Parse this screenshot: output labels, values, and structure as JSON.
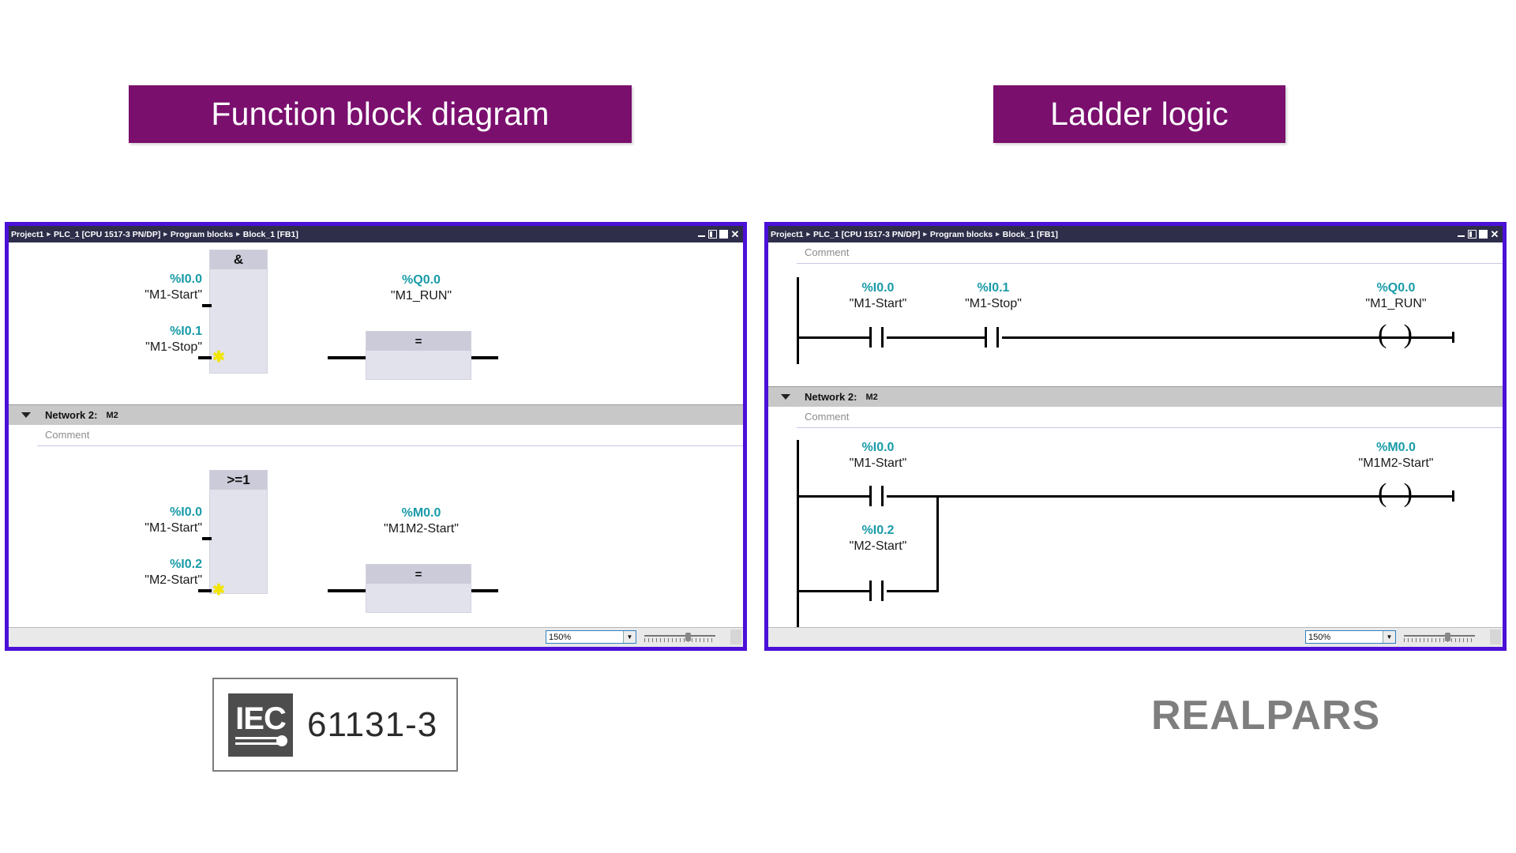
{
  "banners": {
    "fbd": "Function block diagram",
    "ladder": "Ladder logic",
    "color": "#7A0F6E"
  },
  "breadcrumb": {
    "items": [
      "Project1",
      "PLC_1 [CPU 1517-3 PN/DP]",
      "Program blocks",
      "Block_1 [FB1]"
    ],
    "separator": "▸"
  },
  "window_controls": {
    "minimize": "minimize-icon",
    "restore": "restore-icon",
    "maximize": "maximize-icon",
    "close": "✕"
  },
  "accent_color": "#4B10D8",
  "address_color": "#199BA8",
  "fbd": {
    "network1": {
      "block": {
        "operator": "&",
        "type": "AND"
      },
      "inputs": [
        {
          "address": "%I0.0",
          "symbol": "\"M1-Start\""
        },
        {
          "address": "%I0.1",
          "symbol": "\"M1-Stop\"",
          "marker": "error-star-icon"
        }
      ],
      "assign": {
        "operator": "="
      },
      "output": {
        "address": "%Q0.0",
        "symbol": "\"M1_RUN\""
      }
    },
    "network2": {
      "header": {
        "label": "Network 2:",
        "name": "M2",
        "comment": "Comment"
      },
      "block": {
        "operator": ">=1",
        "type": "OR"
      },
      "inputs": [
        {
          "address": "%I0.0",
          "symbol": "\"M1-Start\""
        },
        {
          "address": "%I0.2",
          "symbol": "\"M2-Start\"",
          "marker": "error-star-icon"
        }
      ],
      "assign": {
        "operator": "="
      },
      "output": {
        "address": "%M0.0",
        "symbol": "\"M1M2-Start\""
      }
    },
    "statusbar": {
      "zoom_value": "150%",
      "dropdown_arrow": "▼"
    }
  },
  "ladder": {
    "network1": {
      "comment": "Comment",
      "contacts": [
        {
          "address": "%I0.0",
          "symbol": "\"M1-Start\"",
          "type": "NO"
        },
        {
          "address": "%I0.1",
          "symbol": "\"M1-Stop\"",
          "type": "NO"
        }
      ],
      "coil": {
        "address": "%Q0.0",
        "symbol": "\"M1_RUN\"",
        "type": "output-coil"
      }
    },
    "network2": {
      "header": {
        "label": "Network 2:",
        "name": "M2",
        "comment": "Comment"
      },
      "branches": [
        {
          "address": "%I0.0",
          "symbol": "\"M1-Start\"",
          "type": "NO"
        },
        {
          "address": "%I0.2",
          "symbol": "\"M2-Start\"",
          "type": "NO"
        }
      ],
      "coil": {
        "address": "%M0.0",
        "symbol": "\"M1M2-Start\"",
        "type": "output-coil"
      }
    },
    "statusbar": {
      "zoom_value": "150%",
      "dropdown_arrow": "▼"
    }
  },
  "footer": {
    "iec": {
      "mark": "IEC",
      "number": "61131-3"
    },
    "brand": "REALPARS"
  }
}
